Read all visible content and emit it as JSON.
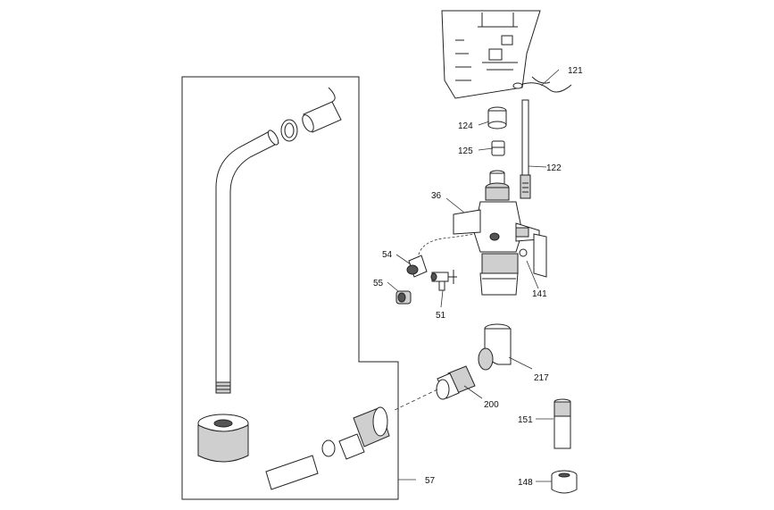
{
  "diagram": {
    "callouts": [
      "121",
      "124",
      "125",
      "122",
      "36",
      "54",
      "55",
      "51",
      "141",
      "217",
      "200",
      "151",
      "148",
      "57"
    ]
  }
}
